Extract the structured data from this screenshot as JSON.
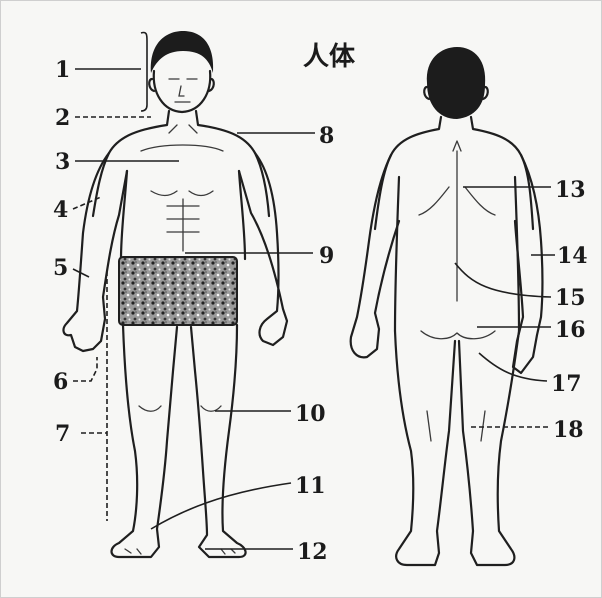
{
  "title": "人体",
  "labels": [
    "1",
    "2",
    "3",
    "4",
    "5",
    "6",
    "7",
    "8",
    "9",
    "10",
    "11",
    "12",
    "13",
    "14",
    "15",
    "16",
    "17",
    "18"
  ],
  "colors": {
    "ink": "#1f1f1f",
    "paper": "#f7f7f5"
  },
  "figures": [
    "front-view-figure",
    "back-view-figure"
  ]
}
